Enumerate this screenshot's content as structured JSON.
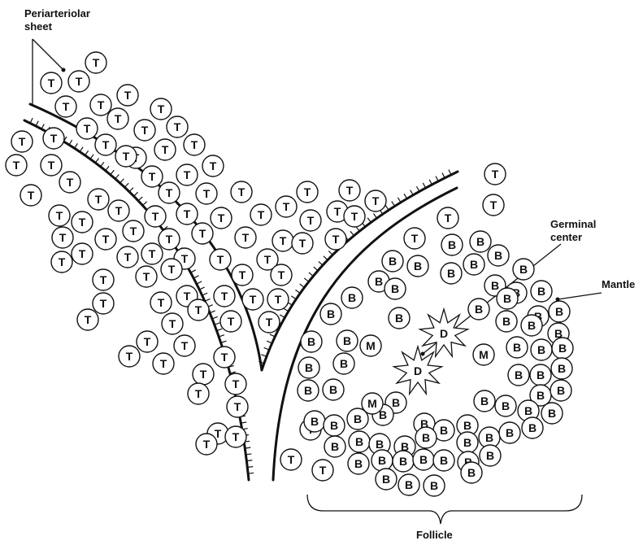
{
  "labels": {
    "periarteriolar_line1": "Periarteriolar",
    "periarteriolar_line2": "sheet",
    "germinal_line1": "Germinal",
    "germinal_line2": "center",
    "mantle": "Mantle",
    "follicle": "Follicle"
  },
  "cell_letters": {
    "t_cell": "T",
    "b_cell": "B",
    "macrophage": "M",
    "dendritic_cell": "D"
  }
}
